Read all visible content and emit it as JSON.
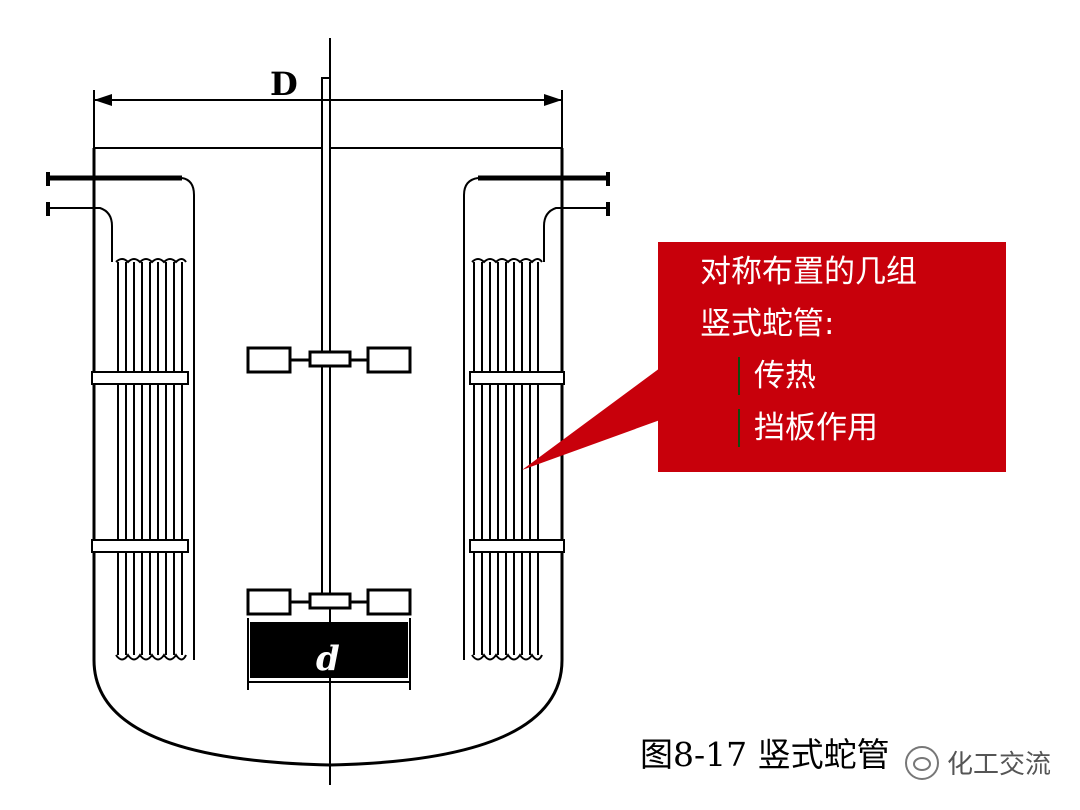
{
  "labels": {
    "vessel_diameter": "D",
    "impeller_diameter": "d"
  },
  "callout": {
    "line1": "对称布置的几组",
    "line2": "竖式蛇管:",
    "bullets": [
      "传热",
      "挡板作用"
    ],
    "background_color": "#c8000b",
    "text_color": "#ffffff",
    "bullet_color": "#3fbf3f"
  },
  "caption": "图8-17 竖式蛇管",
  "watermark": {
    "text": "化工交流",
    "icon": "wechat-logo-icon"
  }
}
